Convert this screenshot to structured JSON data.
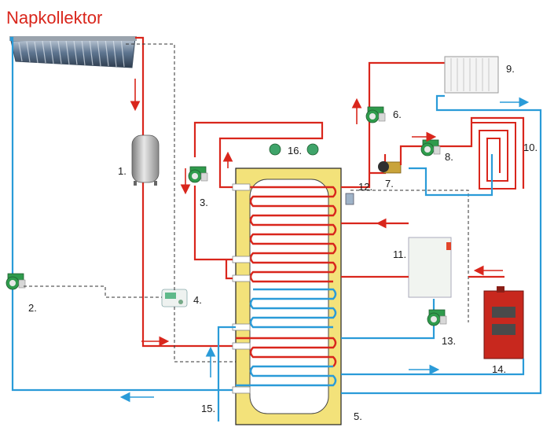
{
  "title": "Napkollektor",
  "labels": {
    "l1": "1.",
    "l2": "2.",
    "l3": "3.",
    "l4": "4.",
    "l5": "5.",
    "l6": "6.",
    "l7": "7.",
    "l8": "8.",
    "l9": "9.",
    "l10": "10.",
    "l11": "11.",
    "l12": "12.",
    "l13": "13.",
    "l14": "14.",
    "l15": "15.",
    "l16": "16."
  },
  "colors": {
    "hot": "#d9261c",
    "cold": "#2a9bd8",
    "insulation": "#f3e27a",
    "pump": "#2f9b4c"
  }
}
